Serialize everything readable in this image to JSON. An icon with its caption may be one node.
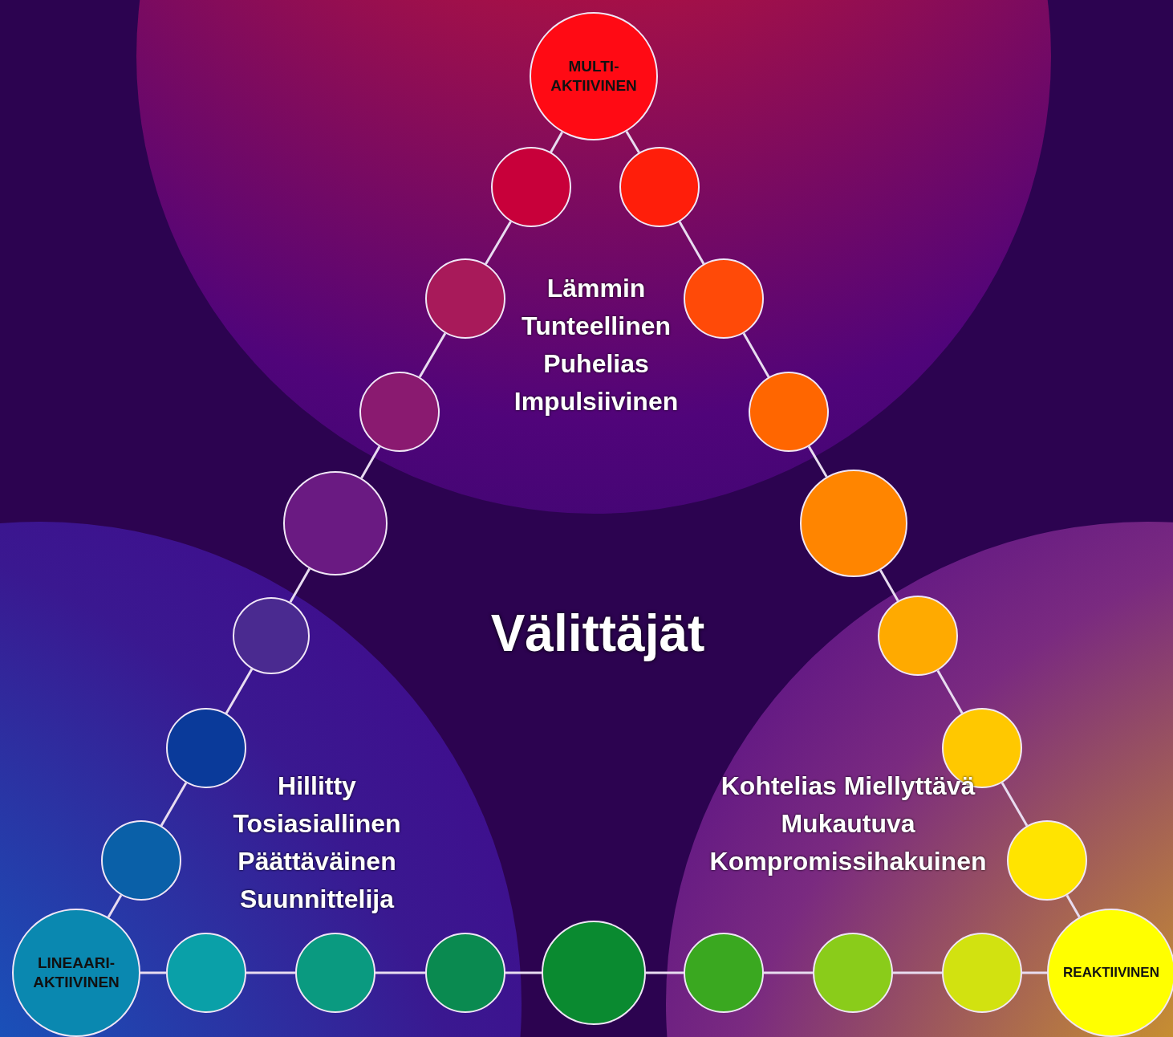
{
  "diagram": {
    "nodes": [
      {
        "text": [
          "Lämmin Tunteellinen Puhelias Impulsiivinen"
        ]
      },
      {
        "text": [
          "MULTI- AKTIIVINEN"
        ],
        "in": 0
      },
      {
        "text": [],
        "shape": "circle",
        "in": 0
      },
      {
        "text": [],
        "shape": "circle",
        "in": 0
      },
      {
        "text": [],
        "shape": "circle",
        "in": 0
      },
      {
        "text": [],
        "shape": "circle",
        "in": 0
      },
      {
        "text": [],
        "shape": "circle",
        "in": 0
      },
      {
        "text": [],
        "shape": "circle",
        "in": 0
      },
      {
        "text": [],
        "shape": "circle"
      },
      {
        "text": [],
        "shape": "circle"
      },
      {
        "text": [
          "Hillitty Tosiasiallinen Päättäväinen Suunnittelija"
        ]
      },
      {
        "text": [],
        "shape": "circle",
        "in": 10
      },
      {
        "text": [],
        "shape": "circle",
        "in": 10
      },
      {
        "text": [],
        "shape": "circle",
        "in": 10
      },
      {
        "text": [
          "LINEAARI- AKTIIVINEN"
        ],
        "in": 10
      },
      {
        "text": [],
        "shape": "circle",
        "in": 10
      },
      {
        "text": [],
        "shape": "circle",
        "in": 10
      },
      {
        "text": [],
        "shape": "circle",
        "in": 10
      },
      {
        "text": [],
        "shape": "circle"
      },
      {
        "text": [
          "Kohtelias Miellyttävä Mukautuva Kompromissihakuinen"
        ]
      },
      {
        "text": [],
        "shape": "circle",
        "in": 19
      },
      {
        "text": [],
        "shape": "circle",
        "in": 19
      },
      {
        "text": [],
        "shape": "circle",
        "in": 19
      },
      {
        "text": [],
        "shape": "circle",
        "in": 19
      },
      {
        "text": [],
        "shape": "circle",
        "in": 19
      },
      {
        "text": [],
        "shape": "circle",
        "in": 19
      },
      {
        "text": [
          "REAKTIIVINEN"
        ],
        "in": 19
      }
    ],
    "edges": [
      {
        "from": 1,
        "to": 2,
        "arrow": "none"
      },
      {
        "from": 2,
        "to": 4,
        "arrow": "none"
      },
      {
        "from": 4,
        "to": 6,
        "arrow": "none"
      },
      {
        "from": 6,
        "to": 8,
        "arrow": "none"
      },
      {
        "from": 8,
        "to": 11,
        "arrow": "none"
      },
      {
        "from": 11,
        "to": 12,
        "arrow": "none"
      },
      {
        "from": 12,
        "to": 13,
        "arrow": "none"
      },
      {
        "from": 13,
        "to": 14,
        "arrow": "none"
      },
      {
        "from": 14,
        "to": 15,
        "arrow": "none"
      },
      {
        "from": 15,
        "to": 16,
        "arrow": "none"
      },
      {
        "from": 16,
        "to": 17,
        "arrow": "none"
      },
      {
        "from": 17,
        "to": 18,
        "arrow": "none"
      },
      {
        "from": 18,
        "to": 23,
        "arrow": "none"
      },
      {
        "from": 23,
        "to": 24,
        "arrow": "none"
      },
      {
        "from": 24,
        "to": 25,
        "arrow": "none"
      },
      {
        "from": 25,
        "to": 26,
        "arrow": "none"
      },
      {
        "from": 26,
        "to": 22,
        "arrow": "none"
      },
      {
        "from": 22,
        "to": 21,
        "arrow": "none"
      },
      {
        "from": 21,
        "to": 20,
        "arrow": "none"
      },
      {
        "from": 20,
        "to": 9,
        "arrow": "none"
      },
      {
        "from": 9,
        "to": 7,
        "arrow": "none"
      },
      {
        "from": 7,
        "to": 5,
        "arrow": "none"
      },
      {
        "from": 5,
        "to": 3,
        "arrow": "none"
      },
      {
        "from": 3,
        "to": 1,
        "arrow": "none"
      }
    ],
    "labels": [
      "Välittäjät"
    ]
  }
}
